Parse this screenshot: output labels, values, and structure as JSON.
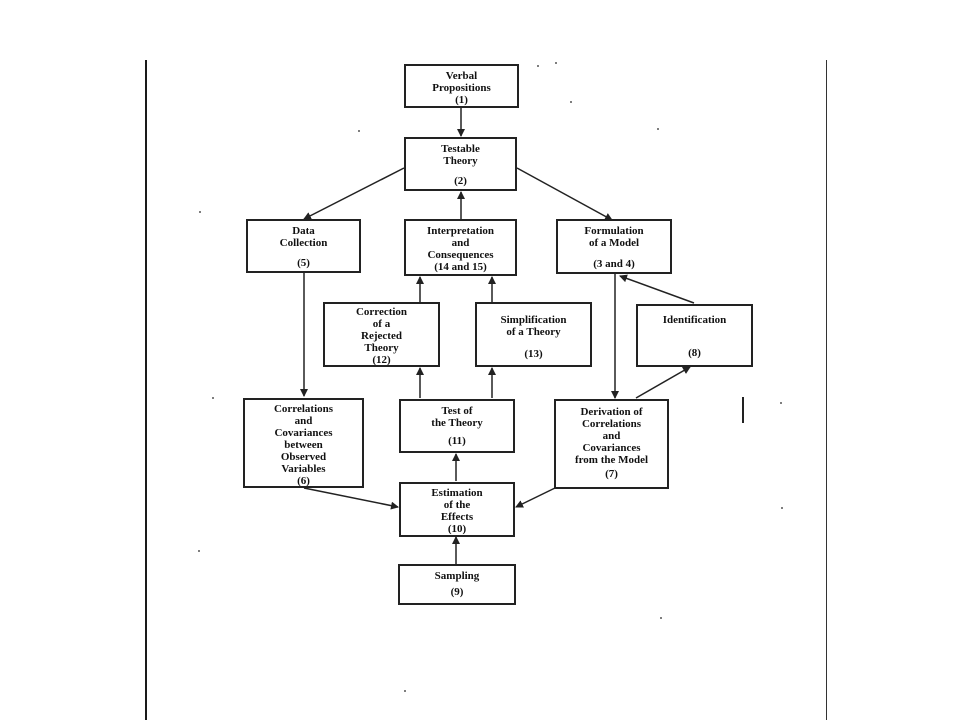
{
  "boxes": {
    "verbal": {
      "label": "Verbal\nPropositions",
      "num": "(1)"
    },
    "testable": {
      "label": "Testable\nTheory",
      "num": "(2)"
    },
    "data": {
      "label": "Data\nCollection",
      "num": "(5)"
    },
    "interp": {
      "label": "Interpretation\nand\nConsequences",
      "num": "(14 and 15)"
    },
    "formulation": {
      "label": "Formulation\nof a Model",
      "num": "(3 and 4)"
    },
    "correction": {
      "label": "Correction\nof a\nRejected\nTheory",
      "num": "(12)"
    },
    "simplify": {
      "label": "Simplification\nof a Theory",
      "num": "(13)"
    },
    "ident": {
      "label": "Identification",
      "num": "(8)"
    },
    "corr_obs": {
      "label": "Correlations\nand\nCovariances\nbetween\nObserved\nVariables",
      "num": "(6)"
    },
    "test": {
      "label": "Test of\nthe Theory",
      "num": "(11)"
    },
    "derivation": {
      "label": "Derivation of\nCorrelations\nand\nCovariances\nfrom the Model",
      "num": "(7)"
    },
    "estimation": {
      "label": "Estimation\nof the\nEffects",
      "num": "(10)"
    },
    "sampling": {
      "label": "Sampling",
      "num": "(9)"
    }
  }
}
